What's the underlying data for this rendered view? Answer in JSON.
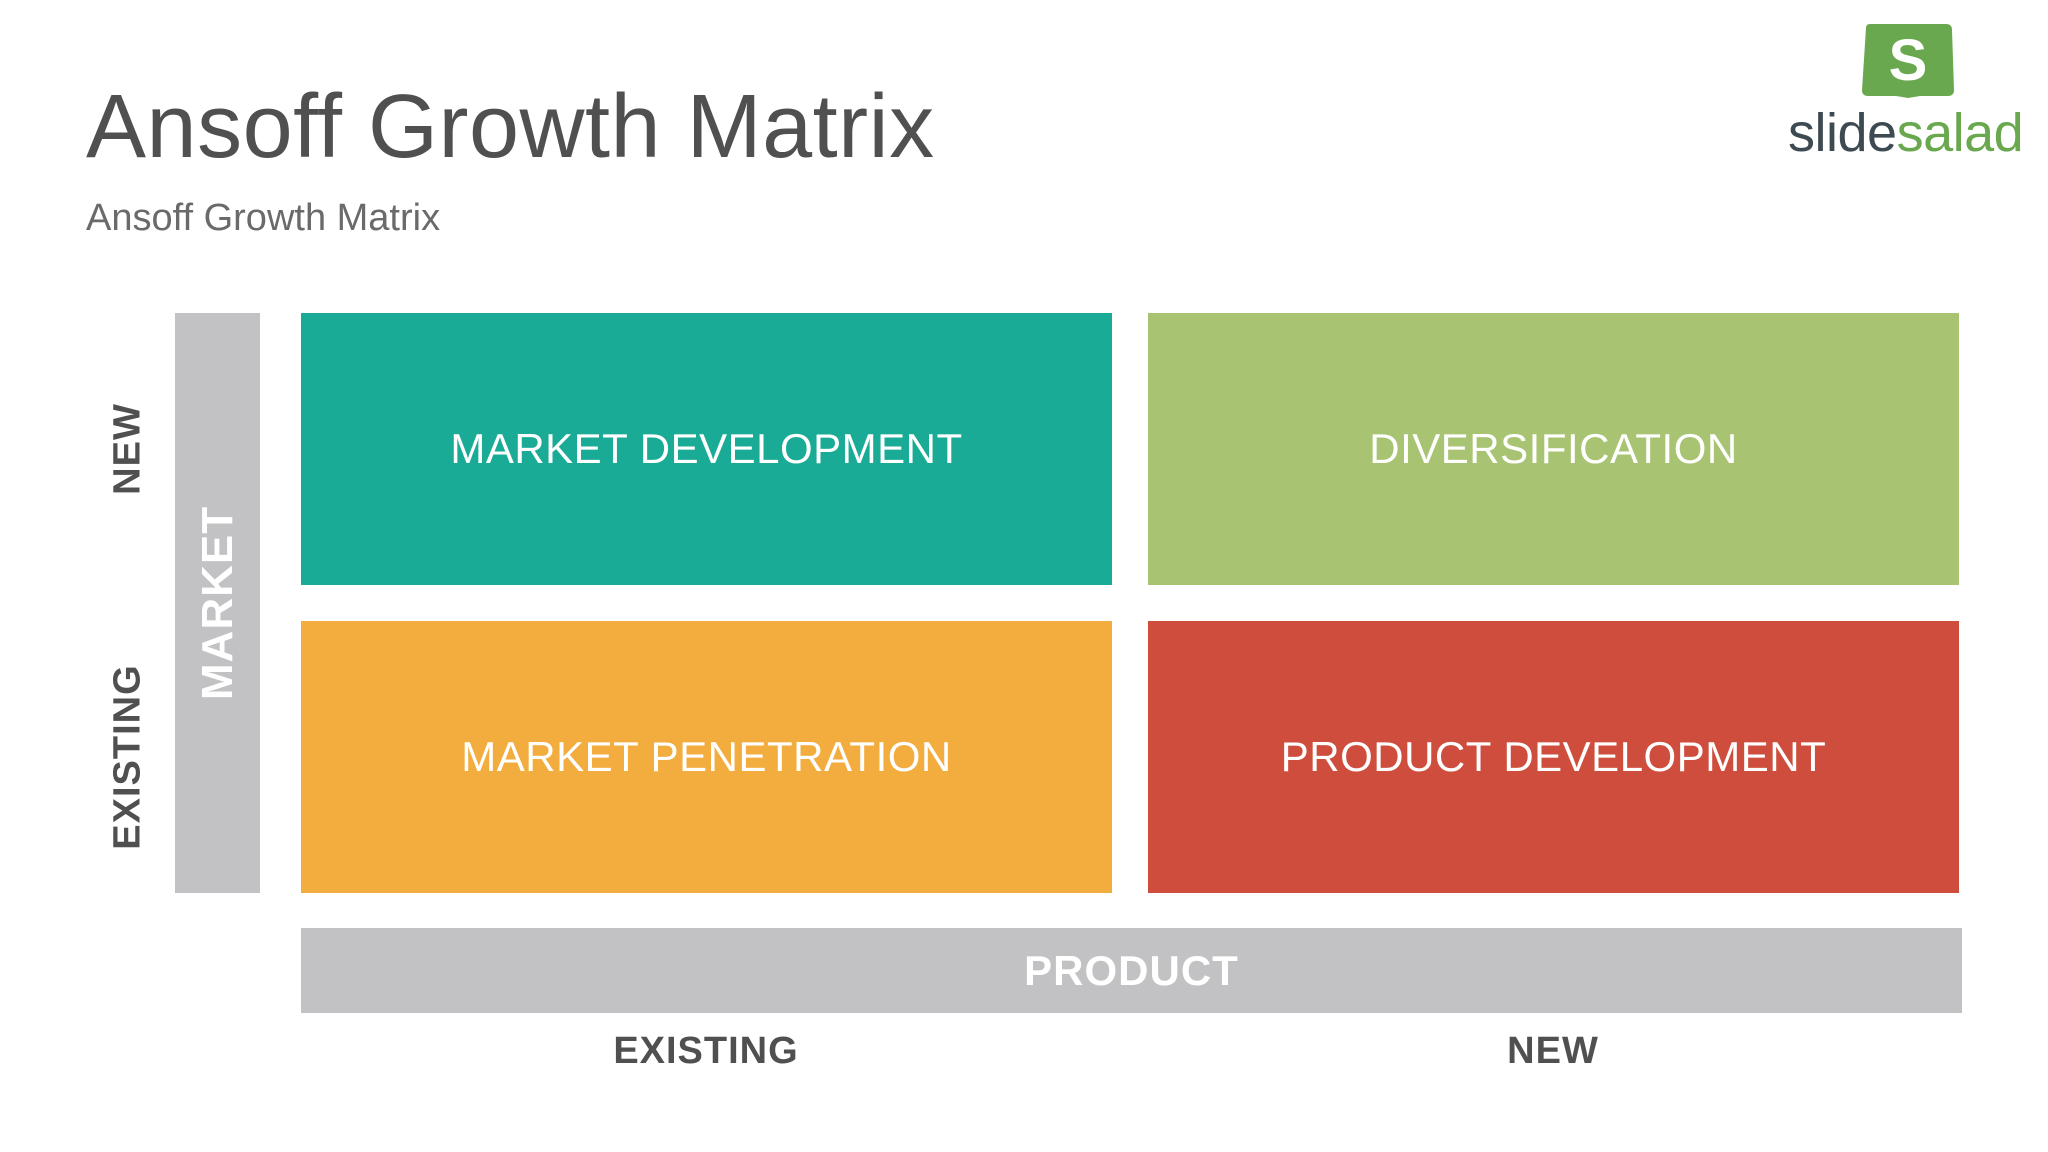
{
  "header": {
    "title": "Ansoff Growth Matrix",
    "subtitle": "Ansoff Growth Matrix"
  },
  "logo": {
    "badge_letter": "S",
    "text_part_a": "slide",
    "text_part_b": "salad",
    "badge_color": "#6aa84f"
  },
  "axes": {
    "vertical_title": "MARKET",
    "horizontal_title": "PRODUCT",
    "vertical_levels": [
      "NEW",
      "EXISTING"
    ],
    "horizontal_levels": [
      "EXISTING",
      "NEW"
    ]
  },
  "quadrants": [
    {
      "label": "MARKET DEVELOPMENT",
      "market": "NEW",
      "product": "EXISTING",
      "color": "#1aab96"
    },
    {
      "label": "DIVERSIFICATION",
      "market": "NEW",
      "product": "NEW",
      "color": "#a8c472"
    },
    {
      "label": "MARKET PENETRATION",
      "market": "EXISTING",
      "product": "EXISTING",
      "color": "#f2ad3e"
    },
    {
      "label": "PRODUCT DEVELOPMENT",
      "market": "EXISTING",
      "product": "NEW",
      "color": "#cf4d3c"
    }
  ],
  "colors": {
    "axis_bar": "#c2c1c3",
    "title_text": "#505050"
  }
}
